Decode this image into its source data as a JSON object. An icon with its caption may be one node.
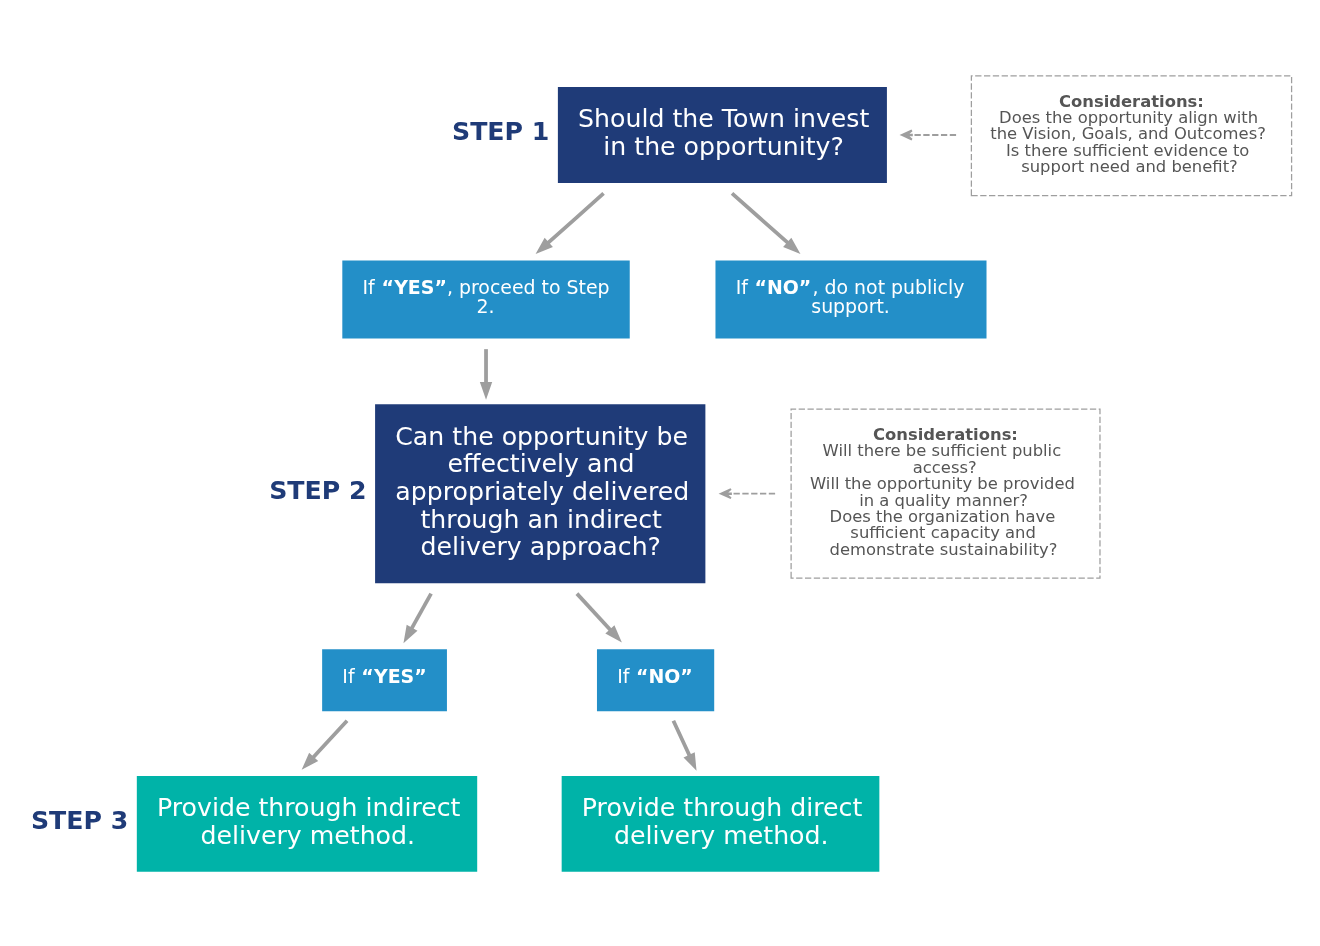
{
  "diagram": {
    "nodes": [
      {
        "text": [
          "Should the Town invest in the opportunity?"
        ],
        "beside": [
          "STEP 1"
        ]
      },
      {
        "text": [
          "Considerations:",
          "Does the opportunity align with the Vision, Goals, and Outcomes?",
          "Is there sufficient evidence to support need and benefit?"
        ]
      },
      {
        "text": [
          "If **“YES”**, proceed to Step 2."
        ]
      },
      {
        "text": [
          "If **“NO”**, do not publicly support."
        ]
      },
      {
        "text": [
          "Can the opportunity be effectively and appropriately delivered through an indirect delivery approach?"
        ],
        "beside": [
          "STEP 2"
        ]
      },
      {
        "text": [
          "Considerations:",
          "Will there be sufficient public access?",
          "Will the opportunity be provided in a quality manner?",
          "Does the organization have sufficient capacity and demonstrate sustainability?"
        ]
      },
      {
        "text": [
          "If **“YES”**"
        ]
      },
      {
        "text": [
          "If **“NO”**"
        ]
      },
      {
        "text": [
          "Provide through indirect delivery method."
        ],
        "beside": [
          "STEP 3"
        ]
      },
      {
        "text": [
          "Provide through direct delivery method."
        ]
      }
    ],
    "edges": [
      {
        "from": 1,
        "to": 0,
        "arrow": "to",
        "style": "dashed",
        "color": "#9e9e9e"
      },
      {
        "from": 0,
        "to": 2,
        "arrow": "to"
      },
      {
        "from": 0,
        "to": 3,
        "arrow": "to"
      },
      {
        "from": 2,
        "to": 4,
        "arrow": "to"
      },
      {
        "from": 5,
        "to": 4,
        "arrow": "to",
        "style": "dashed",
        "color": "#9e9e9e"
      },
      {
        "from": 4,
        "to": 6,
        "arrow": "to"
      },
      {
        "from": 4,
        "to": 7,
        "arrow": "to"
      },
      {
        "from": 6,
        "to": 8,
        "arrow": "to"
      },
      {
        "from": 7,
        "to": 9,
        "arrow": "to"
      }
    ]
  }
}
